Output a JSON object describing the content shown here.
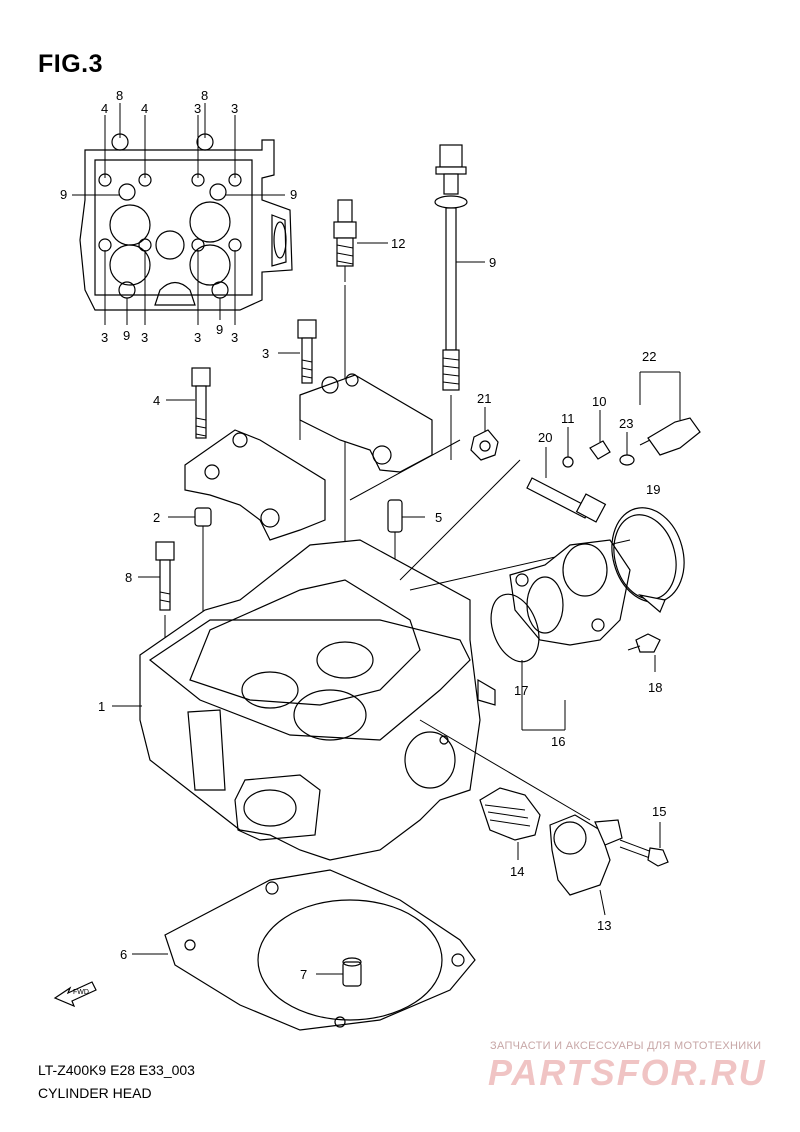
{
  "figure": {
    "title": "FIG.3"
  },
  "footer": {
    "model_code": "LT-Z400K9 E28 E33_003",
    "section_name": "CYLINDER HEAD"
  },
  "watermark": {
    "tagline": "ЗАПЧАСТИ И АКСЕССУАРЫ ДЛЯ МОТОТЕХНИКИ",
    "logo": "PARTSFOR.RU"
  },
  "callouts": {
    "c1": "1",
    "c2": "2",
    "c3": "3",
    "c4": "4",
    "c5": "5",
    "c6": "6",
    "c7": "7",
    "c8": "8",
    "c9": "9",
    "c10": "10",
    "c11": "11",
    "c12": "12",
    "c13": "13",
    "c14": "14",
    "c15": "15",
    "c16": "16",
    "c17": "17",
    "c18": "18",
    "c19": "19",
    "c20": "20",
    "c21": "21",
    "c22": "22",
    "c23": "23"
  },
  "inset_callouts": {
    "top": [
      "4",
      "8",
      "4",
      "8",
      "3",
      "3"
    ],
    "left": [
      "9"
    ],
    "right": [
      "9"
    ],
    "bottom": [
      "3",
      "9",
      "3",
      "3",
      "9",
      "3"
    ]
  },
  "fwd_arrow": {
    "label": "FWD"
  },
  "colors": {
    "line": "#000000",
    "background": "#ffffff",
    "watermark": "#f0c4c4"
  }
}
